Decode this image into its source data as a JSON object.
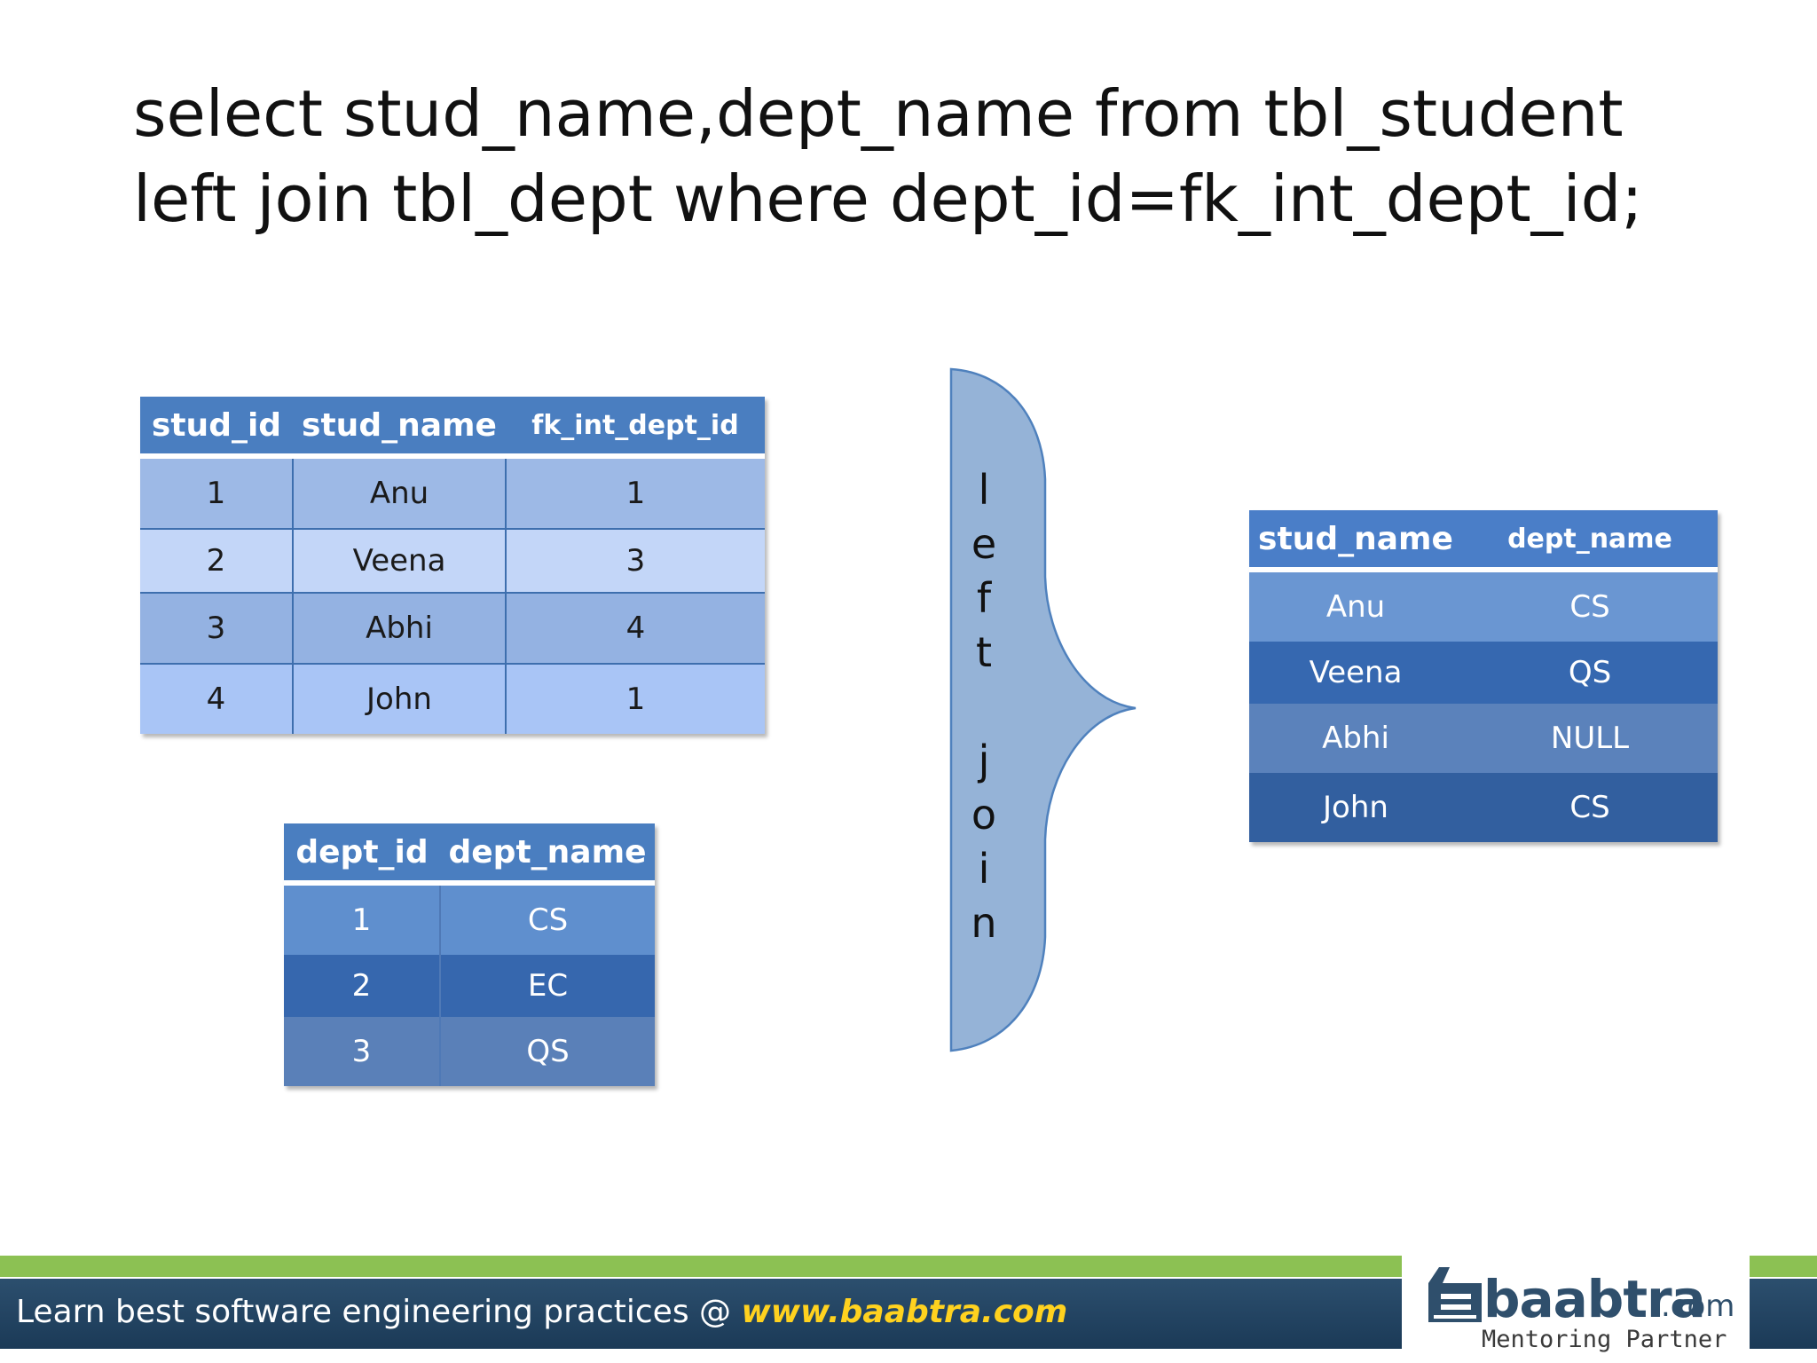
{
  "query": {
    "line1": "select  stud_name,dept_name from tbl_student",
    "line2": "left join tbl_dept where dept_id=fk_int_dept_id;"
  },
  "student_table": {
    "headers": [
      "stud_id",
      "stud_name",
      "fk_int_dept_id"
    ],
    "rows": [
      [
        "1",
        "Anu",
        "1"
      ],
      [
        "2",
        "Veena",
        "3"
      ],
      [
        "3",
        "Abhi",
        "4"
      ],
      [
        "4",
        "John",
        "1"
      ]
    ]
  },
  "dept_table": {
    "headers": [
      "dept_id",
      "dept_name"
    ],
    "rows": [
      [
        "1",
        "CS"
      ],
      [
        "2",
        "EC"
      ],
      [
        "3",
        "QS"
      ]
    ]
  },
  "join_label": [
    "l",
    "e",
    "f",
    "t",
    "",
    "j",
    "o",
    "i",
    "n"
  ],
  "result_table": {
    "headers": [
      "stud_name",
      "dept_name"
    ],
    "rows": [
      [
        "Anu",
        "CS"
      ],
      [
        "Veena",
        "QS"
      ],
      [
        "Abhi",
        "NULL"
      ],
      [
        "John",
        "CS"
      ]
    ]
  },
  "footer": {
    "text": "Learn best software engineering practices @ ",
    "url": "www.baabtra.com"
  },
  "logo": {
    "word": "baabtra",
    "suffix": ".com",
    "tagline": "Mentoring Partner"
  },
  "colors": {
    "header_blue": "#4a7ec0",
    "brace_fill": "#95b3d7",
    "footer_navy": "#1b3a57",
    "footer_green": "#8cc153",
    "url_yellow": "#ffd21f"
  }
}
